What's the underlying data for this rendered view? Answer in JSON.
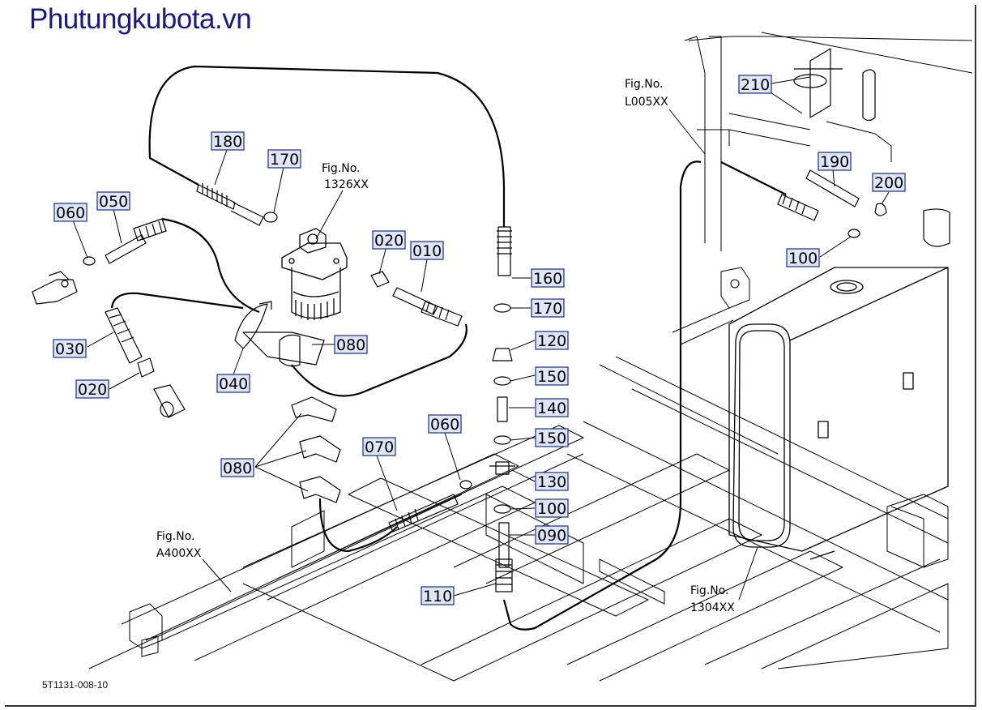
{
  "watermark": "Phutungkubota.vn",
  "doc_id": "5T1131-008-10",
  "fig_refs": {
    "f1326": {
      "line1": "Fig.No.",
      "line2": "1326XX"
    },
    "fL005": {
      "line1": "Fig.No.",
      "line2": "L005XX"
    },
    "fA400": {
      "line1": "Fig.No.",
      "line2": "A400XX"
    },
    "f1304": {
      "line1": "Fig.No.",
      "line2": "1304XX"
    }
  },
  "parts": {
    "p180": "180",
    "p170a": "170",
    "p060a": "060",
    "p050": "050",
    "p020a": "020",
    "p010": "010",
    "p030": "030",
    "p020b": "020",
    "p040": "040",
    "p080a": "080",
    "p080b": "080",
    "p070": "070",
    "p060b": "060",
    "p160": "160",
    "p170b": "170",
    "p120": "120",
    "p150a": "150",
    "p140": "140",
    "p150b": "150",
    "p130": "130",
    "p100a": "100",
    "p090": "090",
    "p110": "110",
    "p210": "210",
    "p190": "190",
    "p200": "200",
    "p100b": "100"
  }
}
